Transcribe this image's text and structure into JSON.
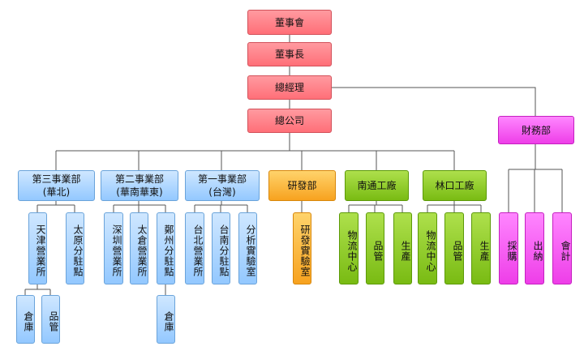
{
  "top": {
    "board": "董事會",
    "chairman": "董事長",
    "general_manager": "總經理",
    "head_office": "總公司",
    "finance": "財務部"
  },
  "departments": {
    "third_div": "第三事業部\n(華北)",
    "second_div": "第二事業部\n(華南華東)",
    "first_div": "第一事業部\n(台灣)",
    "rnd": "研發部",
    "nantong": "南通工廠",
    "linkou": "林口工廠"
  },
  "third_div_units": {
    "tianjin": "天津營業所",
    "taiyuan": "太原分駐點",
    "warehouse": "倉庫",
    "qc": "品管"
  },
  "second_div_units": {
    "shenzhen": "深圳營業所",
    "taicang": "太倉營業所",
    "zhengzhou": "鄭州分駐點",
    "warehouse": "倉庫"
  },
  "first_div_units": {
    "taipei": "台北營業所",
    "tainan": "台南分駐點",
    "lab": "分析實驗室"
  },
  "rnd_units": {
    "lab": "研發實驗室"
  },
  "nantong_units": {
    "logistics": "物流中心",
    "qc": "品管",
    "production": "生產"
  },
  "linkou_units": {
    "logistics": "物流中心",
    "qc": "品管",
    "production": "生產"
  },
  "finance_units": {
    "purchasing": "採購",
    "cashier": "出納",
    "accounting": "會計"
  },
  "colors": {
    "executive": "#ff7a82",
    "finance": "#f04ef0",
    "sales_division": "#a9d4ff",
    "rnd": "#f8ad2c",
    "factory": "#82c11a",
    "line": "#555555"
  }
}
